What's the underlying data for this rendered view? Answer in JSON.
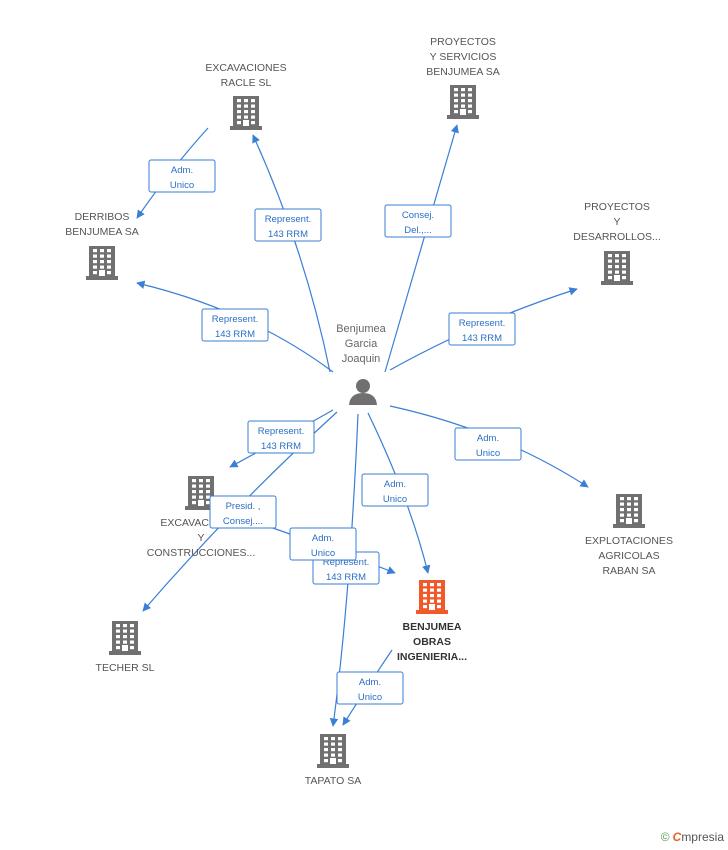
{
  "person": {
    "label_lines": [
      "Benjumea",
      "Garcia",
      "Joaquin"
    ],
    "icon": "person-icon"
  },
  "colors": {
    "edge": "#3a7fd5",
    "company_icon": "#707070",
    "main_company_icon": "#f05a28"
  },
  "companies": [
    {
      "id": "excavaciones-racle",
      "label_lines": [
        "EXCAVACIONES",
        "RACLE SL"
      ],
      "main": false,
      "icon": "building-icon"
    },
    {
      "id": "proyectos-servicios",
      "label_lines": [
        "PROYECTOS",
        "Y SERVICIOS",
        "BENJUMEA SA"
      ],
      "main": false,
      "icon": "building-icon"
    },
    {
      "id": "derribos-benjumea",
      "label_lines": [
        "DERRIBOS",
        "BENJUMEA SA"
      ],
      "main": false,
      "icon": "building-icon"
    },
    {
      "id": "proyectos-desarrollos",
      "label_lines": [
        "PROYECTOS",
        "Y",
        "DESARROLLOS..."
      ],
      "main": false,
      "icon": "building-icon"
    },
    {
      "id": "excavaciones-construcciones",
      "label_lines": [
        "EXCAVACIONES",
        "Y",
        "CONSTRUCCIONES..."
      ],
      "main": false,
      "icon": "building-icon"
    },
    {
      "id": "explotaciones-agricolas",
      "label_lines": [
        "EXPLOTACIONES",
        "AGRICOLAS",
        "RABAN SA"
      ],
      "main": false,
      "icon": "building-icon"
    },
    {
      "id": "techer",
      "label_lines": [
        "TECHER SL"
      ],
      "main": false,
      "icon": "building-icon"
    },
    {
      "id": "benjumea-obras",
      "label_lines": [
        "BENJUMEA",
        "OBRAS",
        "INGENIERIA..."
      ],
      "main": true,
      "icon": "building-icon"
    },
    {
      "id": "tapato",
      "label_lines": [
        "TAPATO SA"
      ],
      "main": false,
      "icon": "building-icon"
    }
  ],
  "edges": [
    {
      "from": "person",
      "to": "excavaciones-racle",
      "label_lines": [
        "Represent.",
        "143 RRM"
      ]
    },
    {
      "from": "person",
      "to": "proyectos-servicios",
      "label_lines": [
        "Consej.",
        "Del.,..."
      ]
    },
    {
      "from": "person",
      "to": "derribos-benjumea",
      "label_lines": [
        "Represent.",
        "143 RRM"
      ]
    },
    {
      "from": "person",
      "to": "proyectos-desarrollos",
      "label_lines": [
        "Represent.",
        "143 RRM"
      ]
    },
    {
      "from": "person",
      "to": "excavaciones-construcciones",
      "label_lines": [
        "Represent.",
        "143 RRM"
      ]
    },
    {
      "from": "person",
      "to": "explotaciones-agricolas",
      "label_lines": [
        "Adm.",
        "Unico"
      ]
    },
    {
      "from": "person",
      "to": "techer",
      "label_lines": [
        "Presid. ,",
        "Consej...."
      ]
    },
    {
      "from": "person",
      "to": "benjumea-obras",
      "label_lines": [
        "Adm.",
        "Unico"
      ]
    },
    {
      "from": "person",
      "to": "tapato",
      "label_lines": [
        "Represent.",
        "143 RRM"
      ]
    },
    {
      "from": "excavaciones-racle",
      "to": "derribos-benjumea",
      "label_lines": [
        "Adm.",
        "Unico"
      ]
    },
    {
      "from": "benjumea-obras",
      "to": "tapato",
      "label_lines": [
        "Adm.",
        "Unico"
      ]
    },
    {
      "from": "excavaciones-construcciones",
      "to": "benjumea-obras",
      "label_lines": [
        "Adm.",
        "Unico"
      ]
    }
  ],
  "footer": {
    "copyright": "©",
    "brand_initial": "C",
    "brand_rest": "mpresia"
  }
}
